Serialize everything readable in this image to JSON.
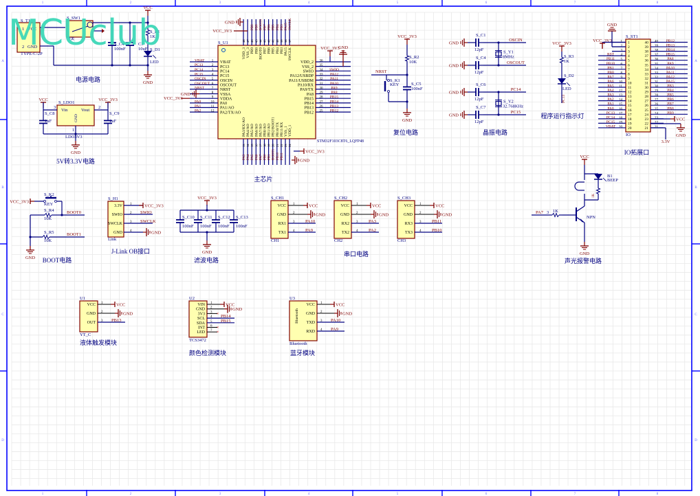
{
  "watermark": "MCUclub",
  "border": {
    "columns": [
      "1",
      "2",
      "3",
      "4",
      "5",
      "6",
      "7",
      "8"
    ],
    "rows": [
      "A",
      "B",
      "C",
      "D"
    ]
  },
  "colors": {
    "wire": "#000080",
    "component_fill": "#ffffb0",
    "component_stroke": "#800000",
    "net_label": "#800000",
    "text_blue": "#000080",
    "border": "#0000ff",
    "grid": "#e8e8e8",
    "watermark": "#3ed8b8"
  },
  "blocks": {
    "power": {
      "title": "电源电路",
      "connector": {
        "ref": "S_T1",
        "part": "TYPE-C-2P",
        "pins": [
          "VCC",
          "GND"
        ]
      },
      "switch": {
        "ref": "S_SW1",
        "part": "开关"
      },
      "caps": [
        {
          "ref": "S_C4",
          "value": "100nF"
        },
        {
          "ref": "C3",
          "value": "10uF"
        }
      ],
      "resistor": {
        "ref": "S_R1",
        "value": "1K"
      },
      "led": {
        "ref": "S_D1",
        "value": "LED"
      },
      "nets": [
        "VCC",
        "GND"
      ]
    },
    "ldo": {
      "title": "5V转3.3V电路",
      "ref": "S_LDO1",
      "part": "LDO3V3",
      "pins": {
        "in": "Vin",
        "out": "Vout",
        "gnd": "GND"
      },
      "pin_numbers": [
        "3",
        "2",
        "1"
      ],
      "caps": [
        {
          "ref": "S_C8",
          "value": "1uF"
        },
        {
          "ref": "S_C9",
          "value": "1uF"
        }
      ],
      "nets": [
        "VCC",
        "VCC_3V3",
        "GND"
      ]
    },
    "mcu": {
      "title": "主芯片",
      "ref": "S_U1",
      "part": "STM32F103C8T6_LQFP48",
      "left_pins": [
        {
          "n": "1",
          "name": "VBAT",
          "net": "VBAT"
        },
        {
          "n": "2",
          "name": "PC13",
          "net": "PC13"
        },
        {
          "n": "3",
          "name": "PC14",
          "net": "PC14"
        },
        {
          "n": "4",
          "name": "PC15",
          "net": "PC15"
        },
        {
          "n": "5",
          "name": "OSCIN",
          "net": "OSCIN"
        },
        {
          "n": "6",
          "name": "OSCOUT",
          "net": "OSCOUT"
        },
        {
          "n": "7",
          "name": "NRST",
          "net": "NRST"
        },
        {
          "n": "8",
          "name": "VSSA",
          "net": "GND"
        },
        {
          "n": "9",
          "name": "VDDA",
          "net": "VCC_3V3"
        },
        {
          "n": "10",
          "name": "PA0",
          "net": "PA0"
        },
        {
          "n": "11",
          "name": "PA1/AO",
          "net": "PA1"
        },
        {
          "n": "12",
          "name": "PA2/TX/AO",
          "net": "PA2"
        }
      ],
      "right_pins": [
        {
          "n": "36",
          "name": "VDD_2",
          "net": "VCC_3V3"
        },
        {
          "n": "35",
          "name": "VSS_2",
          "net": "GND"
        },
        {
          "n": "34",
          "name": "SWIO",
          "net": "SWIO"
        },
        {
          "n": "33",
          "name": "PA12/USBDP",
          "net": "PA12"
        },
        {
          "n": "32",
          "name": "PA11/USBDM",
          "net": "PA11"
        },
        {
          "n": "31",
          "name": "PA10/RX",
          "net": "PA10"
        },
        {
          "n": "30",
          "name": "PA9/TX",
          "net": "PA9"
        },
        {
          "n": "29",
          "name": "PA8",
          "net": "PA8"
        },
        {
          "n": "28",
          "name": "PB15",
          "net": "PB15"
        },
        {
          "n": "27",
          "name": "PB14",
          "net": "PB14"
        },
        {
          "n": "26",
          "name": "PB13",
          "net": "PB13"
        },
        {
          "n": "25",
          "name": "PB12",
          "net": "PB12"
        }
      ],
      "top_pins": [
        {
          "n": "48",
          "name": "VDD_3",
          "net": "VCC_3V3"
        },
        {
          "n": "47",
          "name": "VSS_3",
          "net": "GND"
        },
        {
          "n": "46",
          "name": "PB9",
          "net": "PB9"
        },
        {
          "n": "45",
          "name": "PB8",
          "net": "PB8"
        },
        {
          "n": "44",
          "name": "BOOT0",
          "net": "BOOT0"
        },
        {
          "n": "43",
          "name": "PB7",
          "net": "PB7"
        },
        {
          "n": "42",
          "name": "PB6",
          "net": "PB6"
        },
        {
          "n": "41",
          "name": "PB5",
          "net": "PB5"
        },
        {
          "n": "40",
          "name": "PB4",
          "net": "PB4"
        },
        {
          "n": "39",
          "name": "PB3",
          "net": "PB3"
        },
        {
          "n": "38",
          "name": "PA15",
          "net": "PA15"
        },
        {
          "n": "37",
          "name": "SWCLK",
          "net": "SWCLK"
        }
      ],
      "bottom_pins": [
        {
          "n": "13",
          "name": "PA3/RX/AO",
          "net": "PA3"
        },
        {
          "n": "14",
          "name": "PA4/AO",
          "net": "PA4"
        },
        {
          "n": "15",
          "name": "PA5/AO",
          "net": "PA5"
        },
        {
          "n": "16",
          "name": "PA6/AO",
          "net": "PA6"
        },
        {
          "n": "17",
          "name": "PA7/AO",
          "net": "PA7"
        },
        {
          "n": "18",
          "name": "PB0/AO",
          "net": "PB0"
        },
        {
          "n": "19",
          "name": "PB1/AO",
          "net": "PB1"
        },
        {
          "n": "20",
          "name": "PB2/BOOT1",
          "net": "BOOT1"
        },
        {
          "n": "21",
          "name": "PB10/TX",
          "net": "PB10"
        },
        {
          "n": "22",
          "name": "PB11/RX",
          "net": "PB11"
        },
        {
          "n": "23",
          "name": "VSS_1",
          "net": "GND"
        },
        {
          "n": "24",
          "name": "VDD_1",
          "net": "VCC_3V3"
        }
      ]
    },
    "reset": {
      "title": "复位电路",
      "resistor": {
        "ref": "S_R2",
        "value": "10K"
      },
      "key": {
        "ref": "S_K1",
        "value": "KEY"
      },
      "cap": {
        "ref": "S_C5",
        "value": "100nF"
      },
      "nets": [
        "VCC_3V3",
        "NRST",
        "GND"
      ]
    },
    "crystal": {
      "title": "晶振电路",
      "caps": [
        {
          "ref": "S_C1",
          "value": "12pF",
          "net": "OSCIN"
        },
        {
          "ref": "S_C4",
          "value": "12pF",
          "net": "OSCOUT"
        },
        {
          "ref": "S_C6",
          "value": "12pF",
          "net": "PC14"
        },
        {
          "ref": "S_C7",
          "value": "12pF",
          "net": "PC15"
        }
      ],
      "crystals": [
        {
          "ref": "S_Y1",
          "value": "8MHz"
        },
        {
          "ref": "S_Y2",
          "value": "32.768KHz"
        }
      ],
      "gnd": "GND"
    },
    "run_led": {
      "title": "程序运行指示灯",
      "net_top": "VCC_3V3",
      "resistor": {
        "ref": "S_R3",
        "value": "1K"
      },
      "led": {
        "ref": "S_D2",
        "value": "LED"
      },
      "net_bottom": "PC13"
    },
    "io": {
      "title": "IO拓展口",
      "ref": "S_ST1",
      "part": "IO",
      "left_nets": [
        "VCC_3V3",
        "",
        "",
        "RST",
        "PB11",
        "PB10",
        "PB1",
        "PB0",
        "PA7",
        "PA6",
        "PA5",
        "PA4",
        "PA3",
        "PA2",
        "PA1",
        "PA0",
        "PC13",
        "PC14",
        "PC15",
        "VBAT"
      ],
      "right_nets": [
        "PB12",
        "PB13",
        "PB14",
        "PB15",
        "PA8",
        "PA9",
        "PA10",
        "PA11",
        "PA12",
        "PA15",
        "PB3",
        "PB4",
        "PB5",
        "PB6",
        "PB7",
        "PB8",
        "PB9",
        "VCC",
        "GND",
        "3.3V"
      ],
      "top_net": "GND",
      "vcc": "VCC",
      "gnd": "GND",
      "v33": "3.3V"
    },
    "boot": {
      "title": "BOOT电路",
      "key": {
        "ref": "S_K2",
        "value": "KEY"
      },
      "r4": {
        "ref": "S_R4",
        "value": "10K",
        "net": "BOOT0"
      },
      "r5": {
        "ref": "S_R5",
        "value": "10K",
        "net": "BOOT1"
      },
      "nets": [
        "VCC_3V3",
        "GND"
      ]
    },
    "jlink": {
      "title": "J-Link OB接口",
      "ref": "S_H1",
      "part": "Link",
      "pins": [
        {
          "n": "1",
          "name": "3.3V",
          "net": "VCC_3V3"
        },
        {
          "n": "2",
          "name": "SWIO",
          "net": "SWIO"
        },
        {
          "n": "3",
          "name": "SWCLK",
          "net": "SWCLK"
        },
        {
          "n": "4",
          "name": "GND",
          "net": "GND"
        }
      ]
    },
    "filter": {
      "title": "滤波电路",
      "caps": [
        {
          "ref": "S_C10",
          "value": "100nF"
        },
        {
          "ref": "S_C11",
          "value": "100nF"
        },
        {
          "ref": "S_C12",
          "value": "100nF"
        },
        {
          "ref": "S_C13",
          "value": "100nF"
        }
      ],
      "nets": [
        "VCC_3V3",
        "GND"
      ]
    },
    "uart": {
      "title": "串口电路",
      "ports": [
        {
          "ref": "S_CH1",
          "part": "CH1",
          "pins": [
            {
              "n": "1",
              "name": "VCC",
              "net": "VCC"
            },
            {
              "n": "2",
              "name": "GND",
              "net": "GND"
            },
            {
              "n": "3",
              "name": "RX1",
              "net": "PA10"
            },
            {
              "n": "4",
              "name": "TX1",
              "net": "PA9"
            }
          ]
        },
        {
          "ref": "S_CH2",
          "part": "CH2",
          "pins": [
            {
              "n": "1",
              "name": "VCC",
              "net": "VCC"
            },
            {
              "n": "2",
              "name": "GND",
              "net": "GND"
            },
            {
              "n": "3",
              "name": "RX2",
              "net": "PA3"
            },
            {
              "n": "4",
              "name": "TX2",
              "net": "PA2"
            }
          ]
        },
        {
          "ref": "S_CH3",
          "part": "CH3",
          "pins": [
            {
              "n": "1",
              "name": "VCC",
              "net": "VCC"
            },
            {
              "n": "2",
              "name": "GND",
              "net": "GND"
            },
            {
              "n": "3",
              "name": "RX3",
              "net": "PB11"
            },
            {
              "n": "4",
              "name": "TX3",
              "net": "PB10"
            }
          ]
        }
      ]
    },
    "buzzer": {
      "title": "声光报警电路",
      "net_top": "VCC",
      "led": {
        "ref": "B1",
        "value": "BEEP"
      },
      "resistor": {
        "ref": "R",
        "value": "1K"
      },
      "transistor": "NPN",
      "input_net": "PA7",
      "base_resistor": "1K",
      "net_bottom": "GND"
    },
    "liquid": {
      "title": "液体触发模块",
      "ref": "U1",
      "part": "YT_C",
      "pins": [
        {
          "n": "1",
          "name": "VCC",
          "net": "VCC"
        },
        {
          "n": "2",
          "name": "GND",
          "net": "GND"
        },
        {
          "n": "3",
          "name": "OUT",
          "net": "PB13"
        }
      ]
    },
    "color": {
      "title": "颜色检测模块",
      "ref": "U2",
      "part": "TCS3472",
      "pins": [
        {
          "n": "1",
          "name": "VIN",
          "net": "VCC"
        },
        {
          "n": "2",
          "name": "GND",
          "net": "GND"
        },
        {
          "n": "3",
          "name": "3V3",
          "net": ""
        },
        {
          "n": "4",
          "name": "SCL",
          "net": "PB14"
        },
        {
          "n": "5",
          "name": "SDA",
          "net": "PB15"
        },
        {
          "n": "6",
          "name": "INT",
          "net": ""
        },
        {
          "n": "7",
          "name": "LED",
          "net": ""
        }
      ]
    },
    "bluetooth": {
      "title": "蓝牙模块",
      "ref": "U3",
      "part": "Bluetooth",
      "body_label": "Bluetooth",
      "pins": [
        {
          "n": "1",
          "name": "VCC",
          "net": "VCC"
        },
        {
          "n": "2",
          "name": "GND",
          "net": "GND"
        },
        {
          "n": "3",
          "name": "TXD",
          "net": "PA10"
        },
        {
          "n": "4",
          "name": "RXD",
          "net": "PA9"
        }
      ]
    }
  }
}
